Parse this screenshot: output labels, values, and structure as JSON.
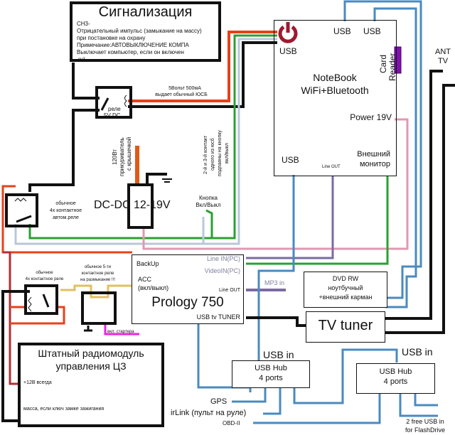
{
  "alarm": {
    "title": "Сигнализация",
    "lines": [
      "СН3-",
      "Отрицательный импульс (замыкание на массу)",
      "при постановке на охрану",
      "Примечание:АВТОВЫКЛЮЧЕНИЕ КОМПА",
      "Выключает компьютер, если он включен"
    ],
    "pin": "сн3"
  },
  "relay5v": {
    "label_line1": "реле",
    "label_line2": "5V DC",
    "note_line1": "5Вольт 500мА",
    "note_line2": "выдает обычный ЮСБ"
  },
  "auto_relay": {
    "label_line1": "обычное",
    "label_line2": "4х контактное",
    "label_line3": "автом.реле"
  },
  "cigarette": {
    "line1": "120Вт",
    "line2": "прикуриватель",
    "line3": "с крышечкой"
  },
  "dcdc": {
    "label": "DC-DC 12-19V"
  },
  "button_note": {
    "line1": "2-й и 3-й контакт",
    "line2": "одного из юсб",
    "line3": "подпаяны на кнопку",
    "line4": "вкл/выкл"
  },
  "power_button": {
    "line1": "Кнопка",
    "line2": "Вкл/Выкл"
  },
  "notebook": {
    "usb_power": "USB",
    "usb_top_1": "USB",
    "usb_top_2": "USB",
    "card_reader_1": "Card",
    "card_reader_2": "Reader",
    "title_line1": "NoteBook",
    "title_line2": "WiFi+Bluetooth",
    "power": "Power 19V",
    "usb_bottom": "USB",
    "line_out": "Line OUT",
    "monitor_line1": "Внешний",
    "monitor_line2": "монитор"
  },
  "ant_tv": {
    "line1": "ANT",
    "line2": "TV"
  },
  "prology": {
    "backup": "BackUp",
    "acc_line1": "ACC",
    "acc_line2": "(вкл/выкл)",
    "line_in": "Line IN(PC)",
    "video_in": "VideoIN(PC)",
    "line_out": "Line OUT",
    "title": "Prology 750",
    "usb_tuner": "USB tv TUNER"
  },
  "mp3_in": "MP3 in",
  "dvd": {
    "line1": "DVD RW",
    "line2": "ноутбучный",
    "line3": "+внешний карман"
  },
  "tv_tuner": {
    "label": "TV tuner"
  },
  "relay4_small": {
    "line1": "обычное",
    "line2": "4х контактное реле"
  },
  "relay5_small": {
    "line1": "обычное 5-ти",
    "line2": "контактное реле",
    "line3": "на размыкание !!!"
  },
  "starter": "вкл. стартера",
  "radio_module": {
    "line1": "Штатный радиомодуль",
    "line2": "управления ЦЗ",
    "plus12": "+12В всегда",
    "mass": "масса, если ключ замке зажигания"
  },
  "hub1": {
    "usb_in": "USB in",
    "line1": "USB Hub",
    "line2": "4 ports",
    "gps": "GPS",
    "irlink": "irLink (пульт на руле)",
    "obd": "OBD-II"
  },
  "hub2": {
    "usb_in": "USB in",
    "line1": "USB Hub",
    "line2": "4 ports",
    "free_line1": "2 free USB in",
    "free_line2": "for FlashDrive"
  },
  "colors": {
    "black": "#111111",
    "red": "#e8401a",
    "dark_red": "#b03038",
    "green": "#2aa032",
    "grey_blue": "#b8c8d8",
    "blue": "#4a8ac0",
    "purple": "#7a6aa0",
    "pink": "#e098b0",
    "orange": "#e05a18",
    "yellow": "#e0c060",
    "magenta": "#f020e0",
    "power_icon": "#a01830",
    "card_reader": "#8010b0"
  }
}
